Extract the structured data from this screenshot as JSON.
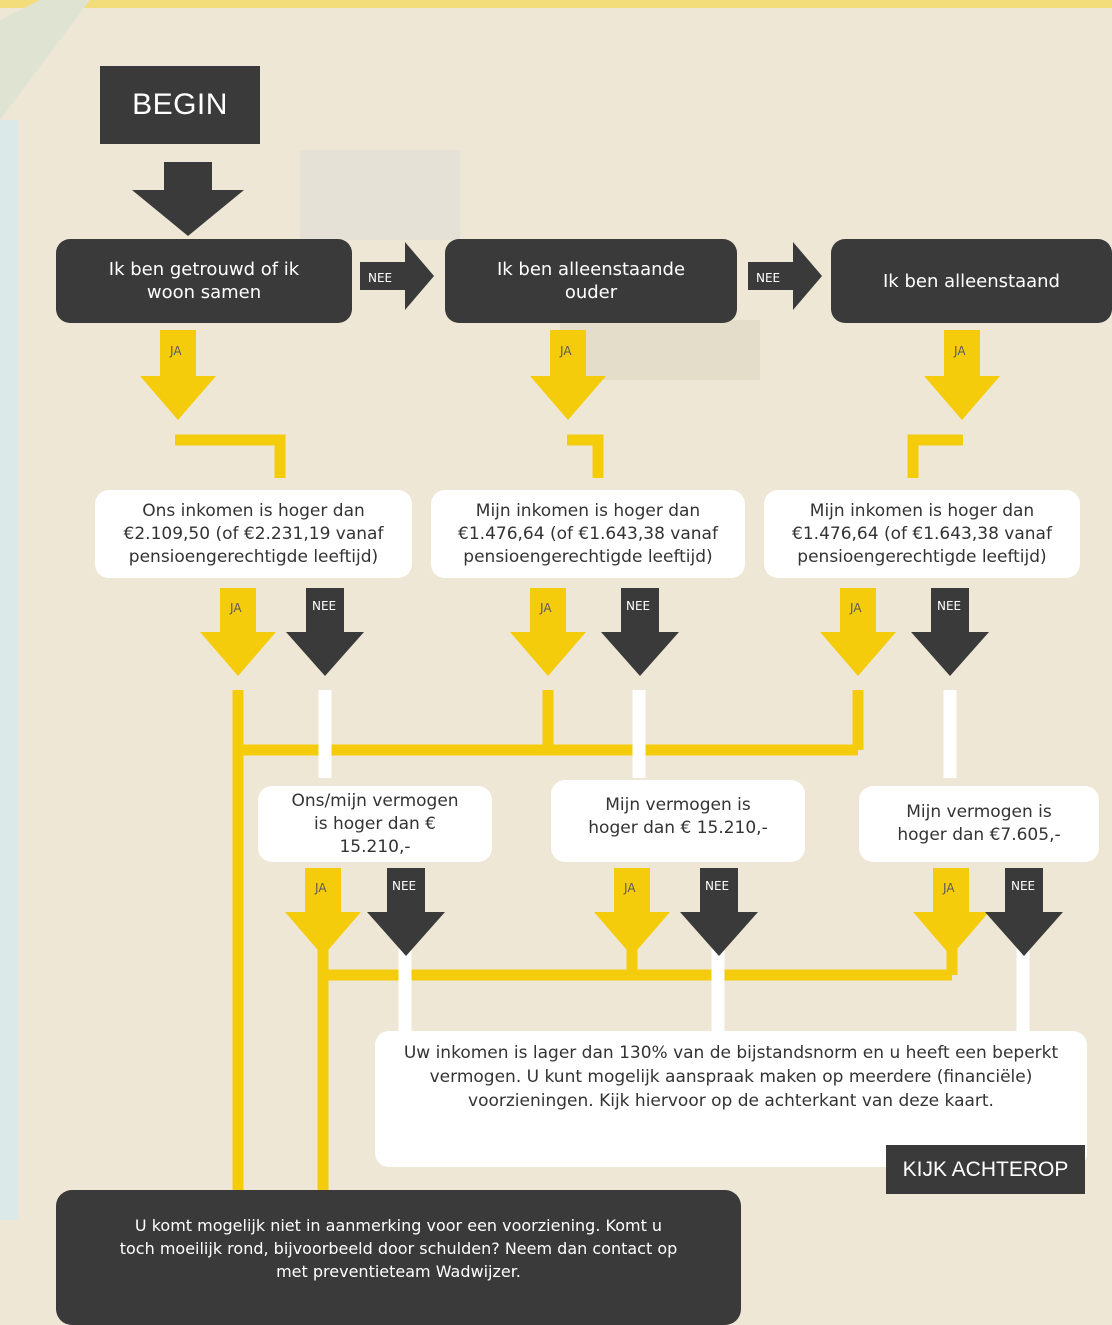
{
  "colors": {
    "yellow": "#f5cc0b",
    "dark": "#3a3a3a",
    "white": "#ffffff",
    "background": "#efe7d6"
  },
  "begin": "BEGIN",
  "questions": {
    "q1": "Ik ben getrouwd of ik woon samen",
    "q2": "Ik ben alleenstaande ouder",
    "q3": "Ik ben alleenstaand"
  },
  "income": {
    "i1": "Ons inkomen is hoger dan €2.109,50 (of €2.231,19 vanaf pensioengerechtigde leeftijd)",
    "i2": "Mijn inkomen is hoger dan €1.476,64 (of €1.643,38 vanaf pensioengerechtigde leeftijd)",
    "i3": "Mijn inkomen is hoger dan €1.476,64 (of €1.643,38 vanaf pensioengerechtigde leeftijd)"
  },
  "assets": {
    "a1": "Ons/mijn vermogen is hoger dan € 15.210,-",
    "a2": "Mijn vermogen is hoger dan € 15.210,-",
    "a3": "Mijn vermogen is hoger dan €7.605,-"
  },
  "arrow_labels": {
    "yes": "JA",
    "no": "NEE"
  },
  "result_low_income": "Uw inkomen is lager dan 130% van de bijstandsnorm en u heeft een beperkt vermogen. U kunt mogelijk aanspraak maken op meerdere (financiële) voorzieningen. Kijk hiervoor op de achterkant van deze kaart.",
  "kijk_button": "KIJK ACHTEROP",
  "result_not_eligible": "U komt mogelijk niet in aanmerking voor een voorziening. Komt u toch moeilijk rond, bijvoorbeeld door schulden? Neem dan contact op met preventieteam Wadwijzer."
}
